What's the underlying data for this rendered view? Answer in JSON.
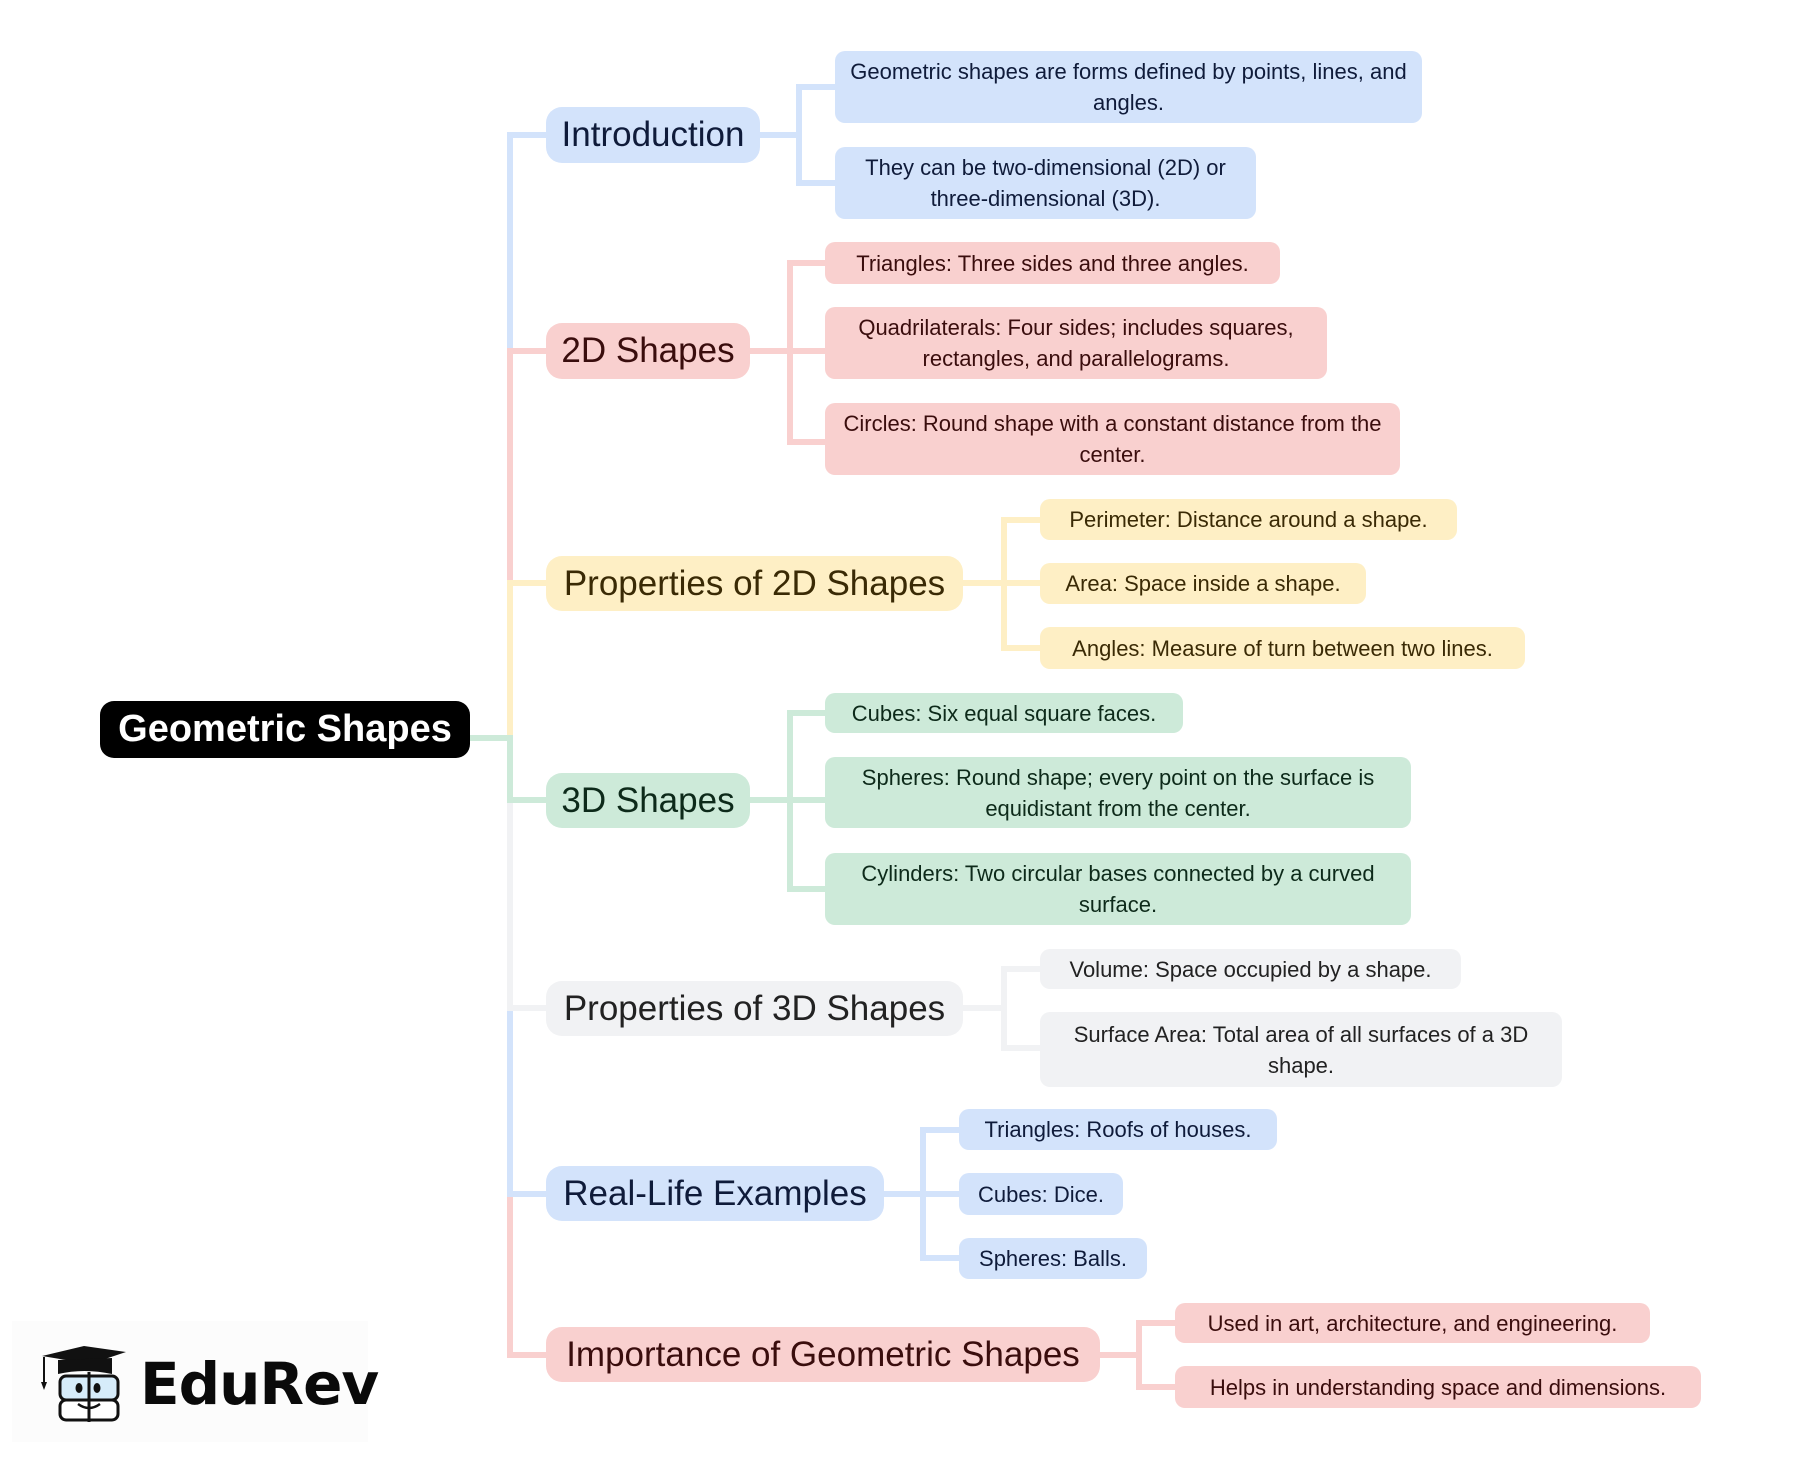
{
  "diagram": {
    "type": "mind-map",
    "root": {
      "label": "Geometric Shapes",
      "color": "#000000"
    },
    "palette": {
      "blue": "#D3E3FB",
      "red": "#F9D0CF",
      "yellow": "#FEEFC5",
      "green": "#CDEAD9",
      "gray": "#F1F2F4"
    },
    "branches": [
      {
        "label": "Introduction",
        "color": "blue",
        "children": [
          "Geometric shapes are forms defined by points, lines, and angles.",
          "They can be two-dimensional (2D) or three-dimensional (3D)."
        ]
      },
      {
        "label": "2D Shapes",
        "color": "red",
        "children": [
          "Triangles: Three sides and three angles.",
          "Quadrilaterals: Four sides; includes squares, rectangles, and parallelograms.",
          "Circles: Round shape with a constant distance from the center."
        ]
      },
      {
        "label": "Properties of 2D Shapes",
        "color": "yellow",
        "children": [
          "Perimeter: Distance around a shape.",
          "Area: Space inside a shape.",
          "Angles: Measure of turn between two lines."
        ]
      },
      {
        "label": "3D Shapes",
        "color": "green",
        "children": [
          "Cubes: Six equal square faces.",
          "Spheres: Round shape; every point on the surface is equidistant from the center.",
          "Cylinders: Two circular bases connected by a curved surface."
        ]
      },
      {
        "label": "Properties of 3D Shapes",
        "color": "gray",
        "children": [
          "Volume: Space occupied by a shape.",
          "Surface Area: Total area of all surfaces of a 3D shape."
        ]
      },
      {
        "label": "Real-Life Examples",
        "color": "blue",
        "children": [
          "Triangles: Roofs of houses.",
          "Cubes: Dice.",
          "Spheres: Balls."
        ]
      },
      {
        "label": "Importance of Geometric Shapes",
        "color": "red",
        "children": [
          "Used in art, architecture, and engineering.",
          "Helps in understanding space and dimensions."
        ]
      }
    ]
  },
  "logo": {
    "text": "EduRev",
    "icon": "graduation-cap-book-mascot-icon"
  }
}
